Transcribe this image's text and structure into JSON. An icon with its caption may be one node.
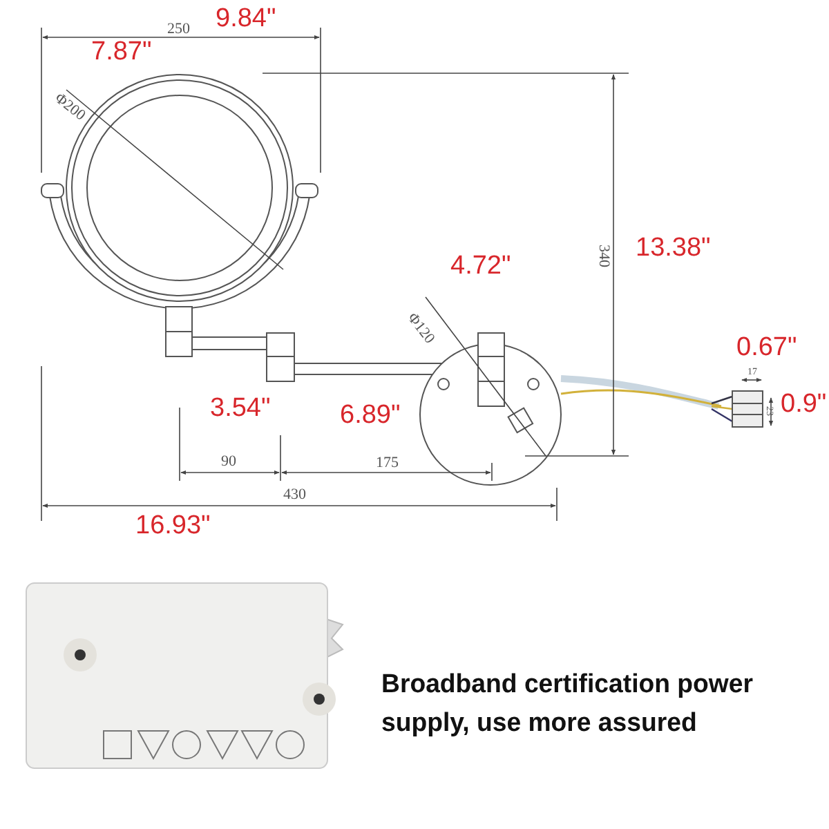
{
  "diagram": {
    "labels": [
      "9.84\"",
      "250",
      "7.87\"",
      "Φ200",
      "340",
      "13.38\"",
      "4.72\"",
      "Φ120",
      "0.67\"",
      "17",
      "0.9\"",
      "23",
      "3.54\"",
      "6.89\"",
      "90",
      "175",
      "430",
      "16.93\"",
      "Broadband certification power supply, use more assured"
    ]
  }
}
